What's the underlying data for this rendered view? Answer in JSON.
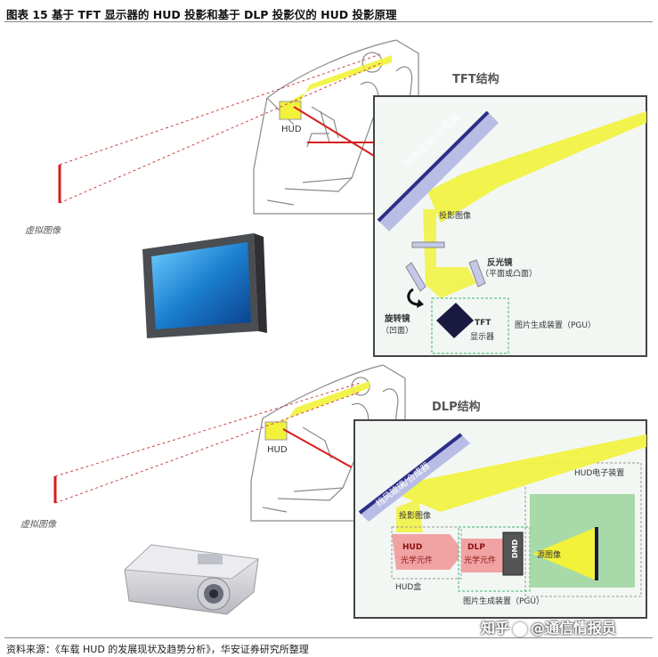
{
  "figure": {
    "title": "图表 15   基于 TFT 显示器的 HUD 投影和基于 DLP 投影仪的 HUD 投影原理",
    "source": "资料来源：《车载 HUD 的发展现状及趋势分析》，华安证券研究所整理"
  },
  "watermark": {
    "text_left": "知乎",
    "text_right": "@通信情报员"
  },
  "top_panel": {
    "heading": "TFT结构",
    "hud_label": "HUD",
    "virtual_image": "虚拟图像",
    "windshield": "挡风玻璃/合成器",
    "projection": "投影图像",
    "reflector": "反光镜",
    "reflector_note": "（平面或凸面）",
    "rotating_mirror": "旋转镜",
    "rotating_mirror_note": "（凹面）",
    "tft_display_1": "TFT",
    "tft_display_2": "显示器",
    "pgu": "图片生成装置（PGU）"
  },
  "bottom_panel": {
    "heading": "DLP结构",
    "hud_label": "HUD",
    "virtual_image": "虚拟图像",
    "windshield": "挡风玻璃/合成器",
    "projection": "投影图像",
    "hud_optics_1": "HUD",
    "hud_optics_2": "光学元件",
    "dlp_optics_1": "DLP",
    "dlp_optics_2": "光学元件",
    "dmd": "DMD",
    "source_image": "源图像",
    "hud_electronics": "HUD电子装置",
    "hud_box": "HUD盒",
    "pgu": "图片生成装置（PGU）"
  },
  "colors": {
    "beam_yellow": "#f2f23a",
    "panel_bg": "#f2f7f4",
    "panel_border": "#444444",
    "windshield_blue": "#2b2f86",
    "windshield_fill": "#b9bde6",
    "virtual_red": "#d81c1c",
    "pgu_green": "#8fcf8f",
    "optics_pink": "#f1a3a3"
  }
}
